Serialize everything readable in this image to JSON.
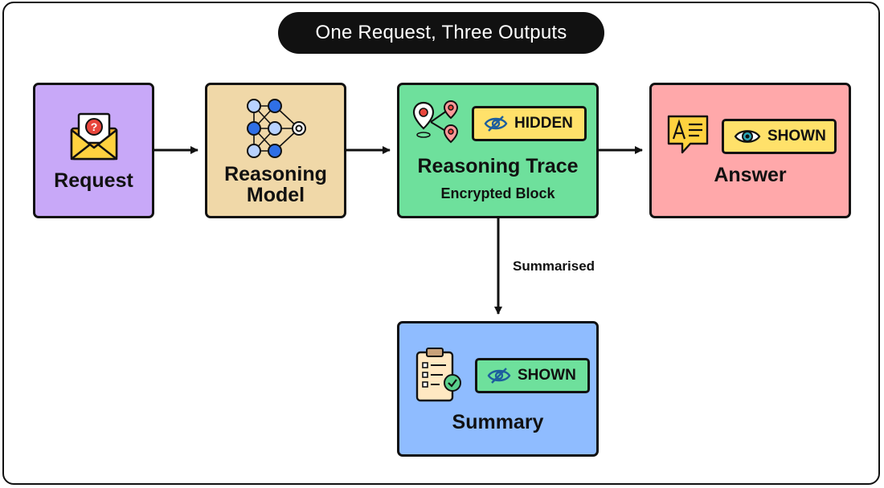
{
  "title": "One Request, Three Outputs",
  "nodes": {
    "request": {
      "label": "Request",
      "color": "#c8a8f8"
    },
    "model": {
      "label_line1": "Reasoning",
      "label_line2": "Model",
      "color": "#f0d8a8"
    },
    "trace": {
      "label": "Reasoning Trace",
      "sublabel": "Encrypted Block",
      "badge": "HIDDEN",
      "color": "#6ee09c"
    },
    "answer": {
      "label": "Answer",
      "badge": "SHOWN",
      "color": "#ffa8aa"
    },
    "summary": {
      "label": "Summary",
      "badge": "SHOWN",
      "color": "#8fbcff"
    }
  },
  "edges": {
    "trace_to_summary_label": "Summarised"
  },
  "badge_colors": {
    "yellow": "#ffe16a",
    "green": "#6ee09c"
  },
  "icons": [
    "envelope-question-icon",
    "neural-network-icon",
    "map-pins-icon",
    "eye-slash-icon",
    "text-bubble-icon",
    "eye-icon",
    "clipboard-check-icon"
  ]
}
